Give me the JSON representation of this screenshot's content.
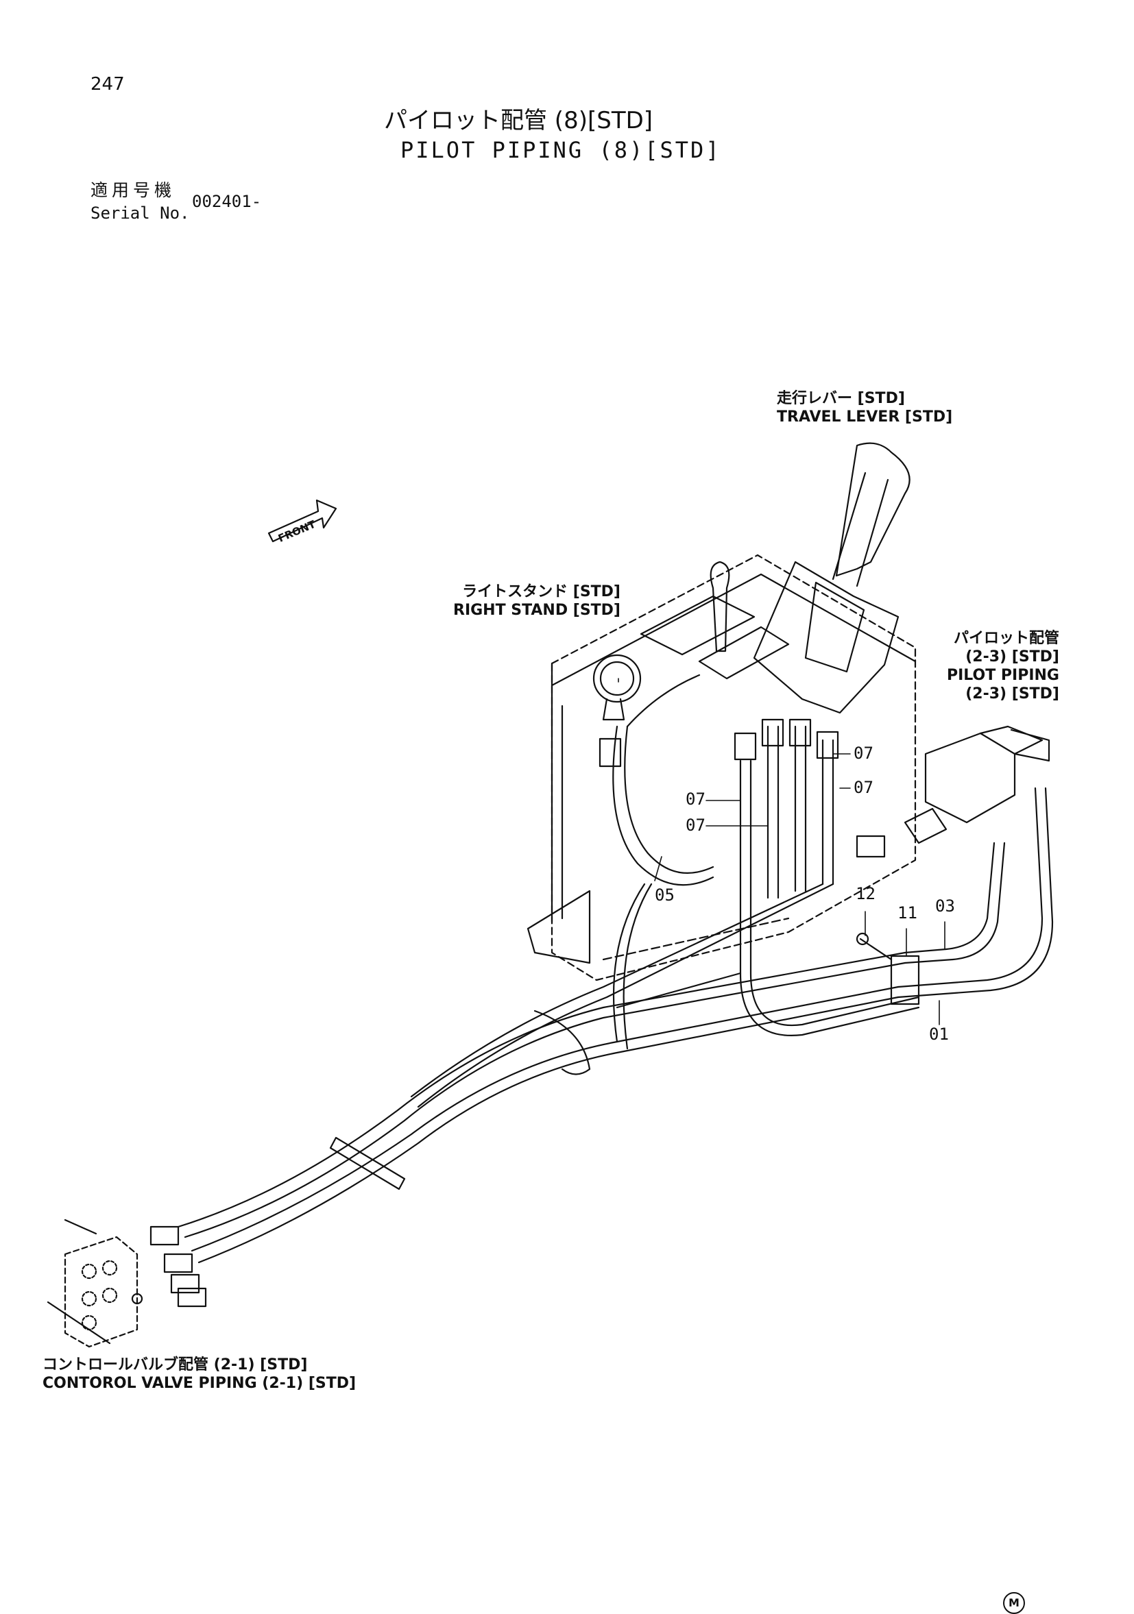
{
  "page_number": "247",
  "title_jp": "パイロット配管 (8)[STD]",
  "title_en": "PILOT PIPING (8)[STD]",
  "serial_label_jp": "適用号機",
  "serial_label_en": "Serial No.",
  "serial_value": "002401-",
  "front_label": "FRONT",
  "callouts": {
    "travel_lever_jp": "走行レバー [STD]",
    "travel_lever_en": "TRAVEL LEVER [STD]",
    "right_stand_jp": "ライトスタンド [STD]",
    "right_stand_en": "RIGHT STAND [STD]",
    "pilot_jp_1": "パイロット配管",
    "pilot_jp_2": "(2-3) [STD]",
    "pilot_en_1": "PILOT PIPING",
    "pilot_en_2": "(2-3) [STD]",
    "control_valve_jp": "コントロールバルブ配管 (2-1) [STD]",
    "control_valve_en": "CONTOROL VALVE PIPING (2-1) [STD]"
  },
  "part_numbers": {
    "p07_a": "07",
    "p07_b": "07",
    "p07_c": "07",
    "p07_d": "07",
    "p05": "05",
    "p12": "12",
    "p11": "11",
    "p03": "03",
    "p01": "01"
  },
  "copyright_mark": "M"
}
